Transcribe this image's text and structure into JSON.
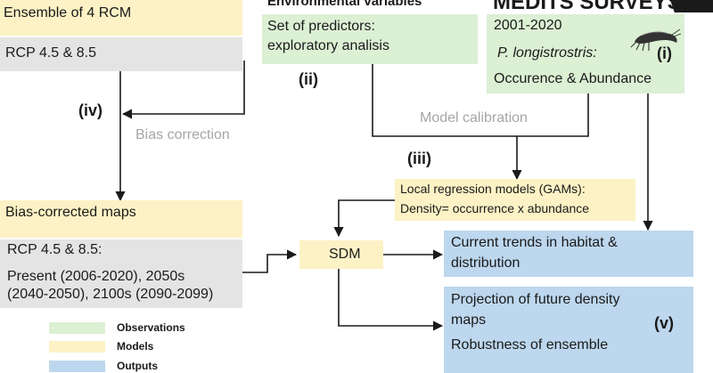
{
  "rcm": {
    "title": "Ensemble of 4 RCM",
    "rcp": "RCP 4.5 & 8.5"
  },
  "env": {
    "header": "Environmental variables",
    "line1": "Set of predictors:",
    "line2": "exploratory analisis"
  },
  "medits": {
    "header": "MEDITS SURVEYS",
    "years": "2001-2020",
    "species": "P. longistrostris:",
    "occ": "Occurence & Abundance",
    "tag": "(i)"
  },
  "tags": {
    "ii": "(ii)",
    "iii": "(iii)",
    "iv": "(iv)",
    "v": "(v)"
  },
  "labels": {
    "bias_correction": "Bias correction",
    "model_calibration": "Model calibration"
  },
  "bias_maps": {
    "title": "Bias-corrected maps",
    "rcp": "RCP 4.5 & 8.5:",
    "line1": "Present (2006-2020), 2050s",
    "line2": "(2040-2050), 2100s (2090-2099)"
  },
  "gam": {
    "line1": "Local regression models (GAMs):",
    "line2": "Density= occurrence x abundance"
  },
  "sdm": "SDM",
  "current": {
    "line1": "Current trends in habitat &",
    "line2": "distribution"
  },
  "projection": {
    "line1": "Projection of future density",
    "line2": "maps",
    "line3": "Robustness of ensemble"
  },
  "legend": {
    "observations": "Observations",
    "models": "Models",
    "outputs": "Outputs"
  },
  "colors": {
    "observations": "#dcf0d4",
    "models": "#fdf2c5",
    "outputs": "#bdd7ee",
    "scenario": "#e4e4e4",
    "arrow": "#1a1a1a"
  },
  "icons": {
    "shrimp": "shrimp-icon",
    "vessel": "fishing-vessel-icon"
  }
}
